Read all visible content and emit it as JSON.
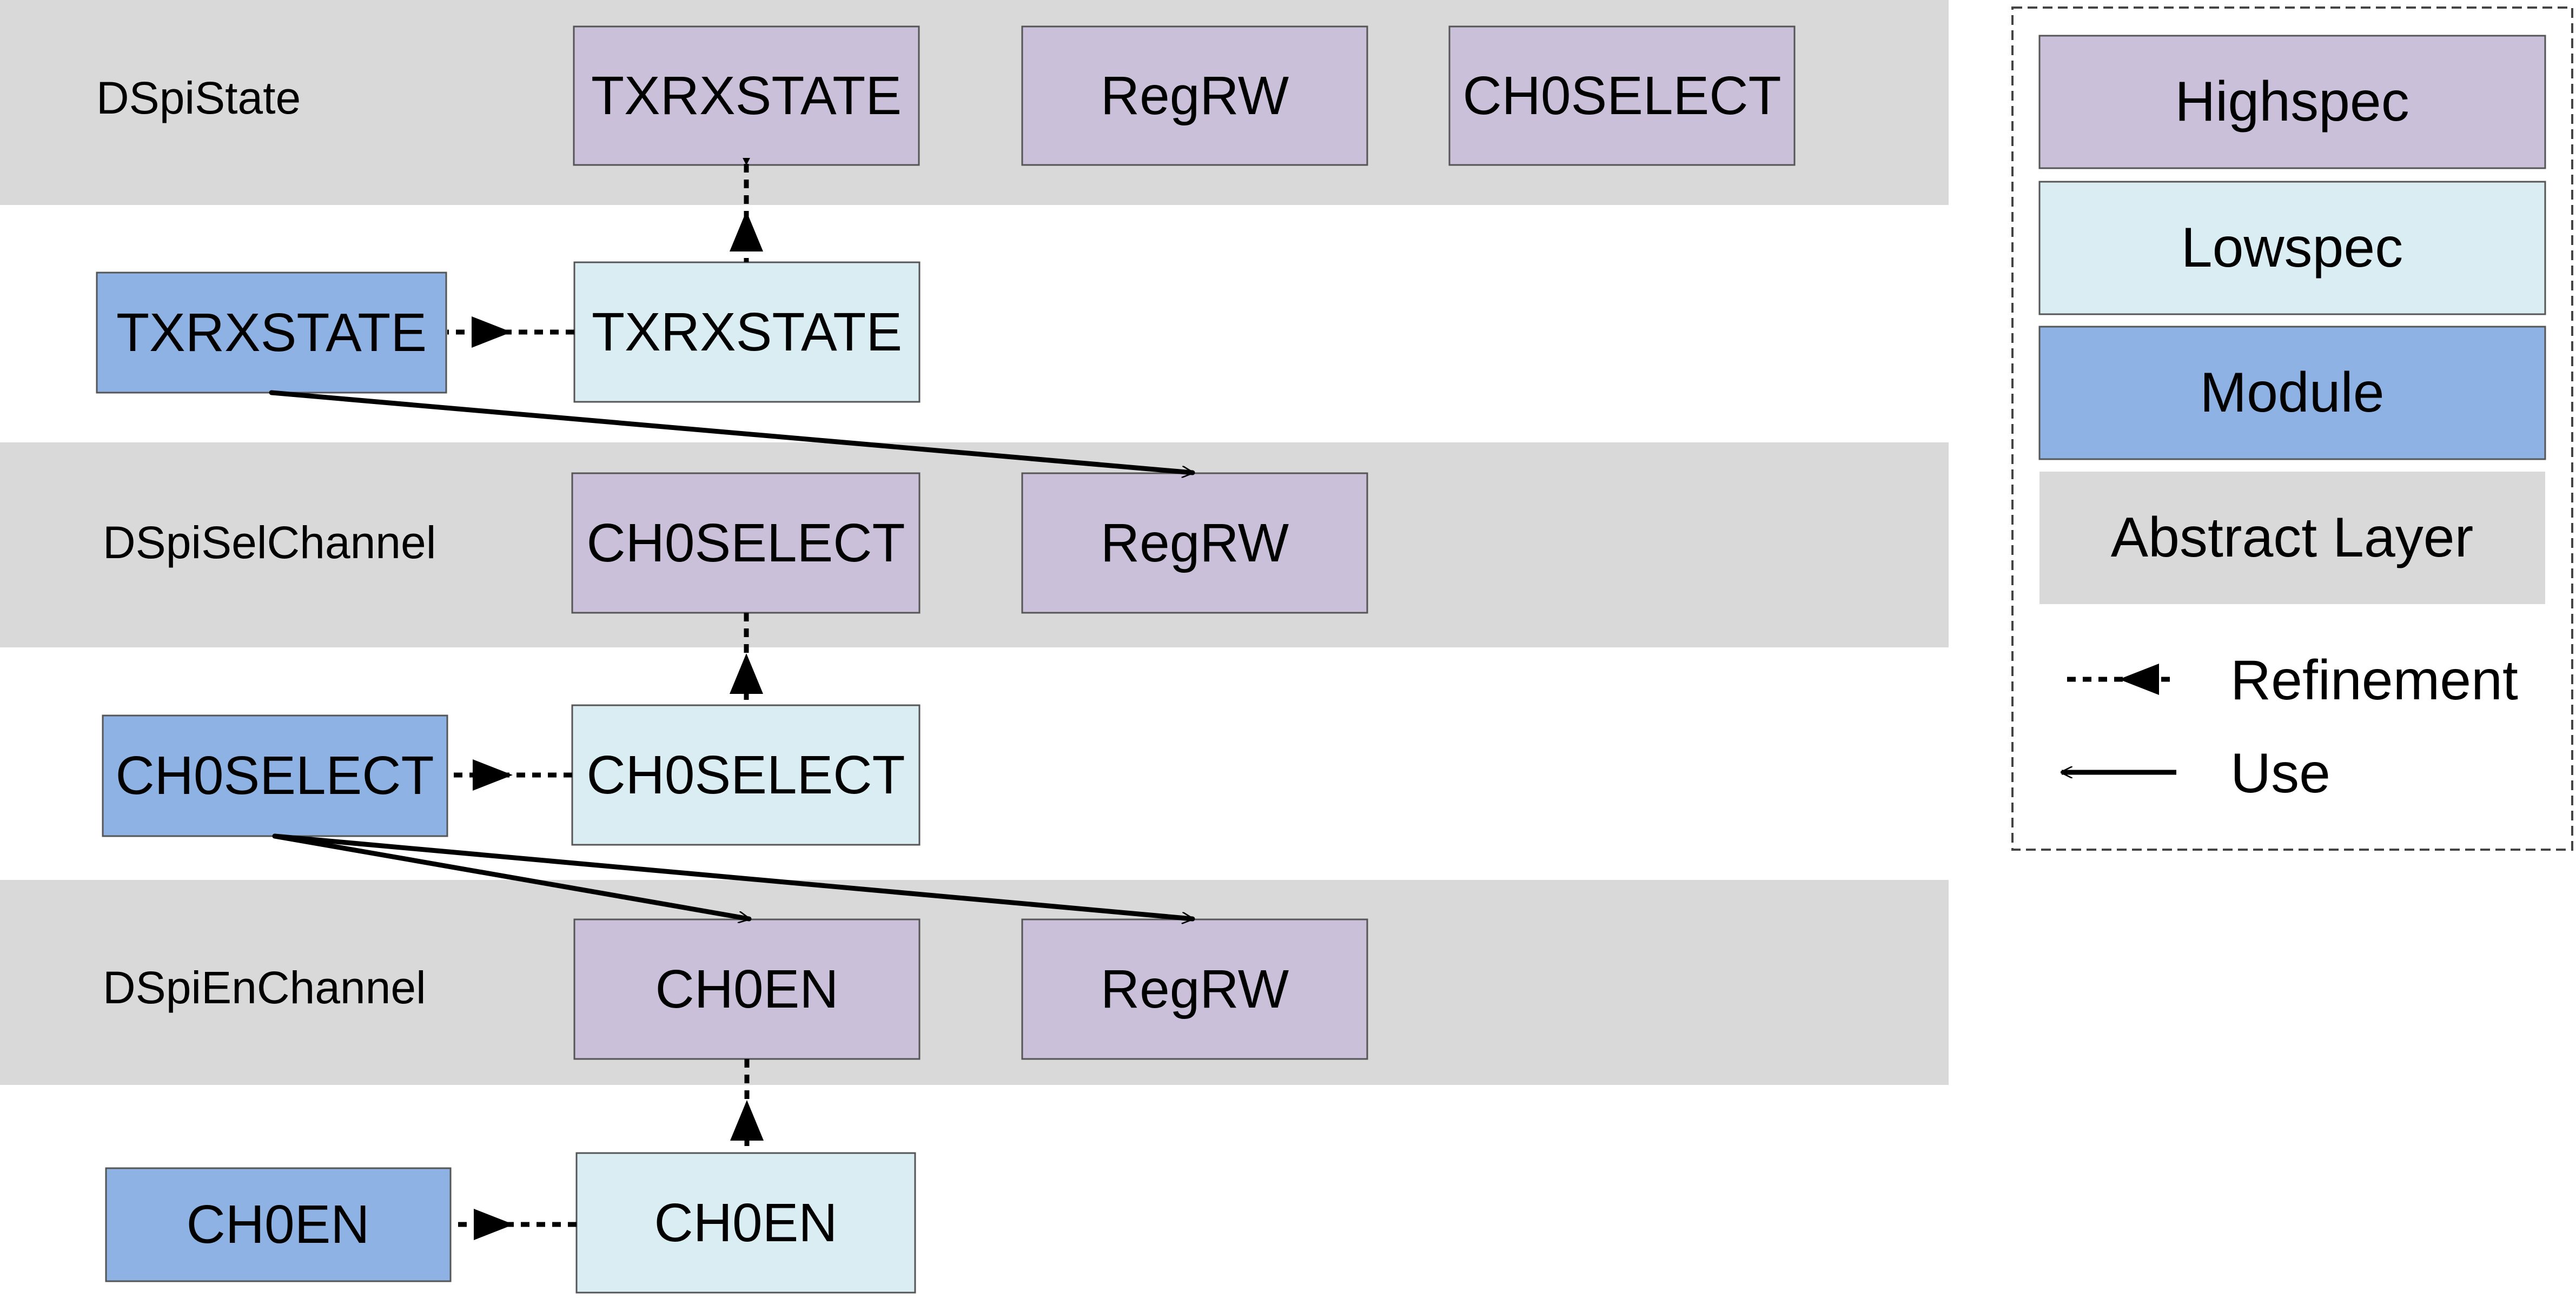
{
  "colors": {
    "highspec": "#cbc0da",
    "lowspec": "#daedf2",
    "module": "#8db2e3",
    "abstract_layer": "#d9d9d9"
  },
  "layers": [
    {
      "label": "DSpiState",
      "highspec": [
        "TXRXSTATE",
        "RegRW",
        "CH0SELECT"
      ],
      "lowspec": "TXRXSTATE",
      "module": "TXRXSTATE"
    },
    {
      "label": "DSpiSelChannel",
      "highspec": [
        "CH0SELECT",
        "RegRW"
      ],
      "lowspec": "CH0SELECT",
      "module": "CH0SELECT"
    },
    {
      "label": "DSpiEnChannel",
      "highspec": [
        "CH0EN",
        "RegRW"
      ],
      "lowspec": "CH0EN",
      "module": "CH0EN"
    }
  ],
  "legend": {
    "highspec": "Highspec",
    "lowspec": "Lowspec",
    "module": "Module",
    "abstract_layer": "Abstract Layer",
    "refinement": "Refinement",
    "use": "Use"
  }
}
